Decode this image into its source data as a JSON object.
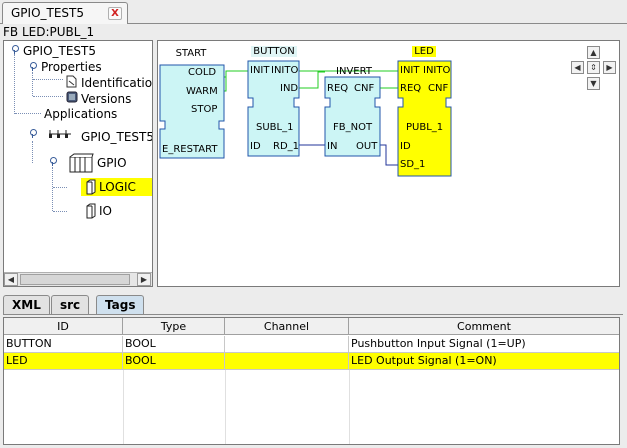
{
  "doc_tab": {
    "title": "GPIO_TEST5",
    "close_label": "X"
  },
  "fb_label": "FB LED:PUBL_1",
  "tree": {
    "root": "GPIO_TEST5",
    "properties": "Properties",
    "identification": "Identification",
    "versions": "Versions",
    "applications": "Applications",
    "resource": "GPIO_TEST5",
    "gpio": "GPIO",
    "logic": "LOGIC",
    "io": "IO"
  },
  "scroll": {
    "left_arrow": "◀",
    "right_arrow": "▶"
  },
  "diagram": {
    "blocks": [
      {
        "id": "START",
        "title": "START",
        "pins": [
          "COLD",
          "WARM",
          "STOP",
          "E_RESTART"
        ]
      },
      {
        "id": "BUTTON",
        "title": "BUTTON",
        "pins": [
          "INIT",
          "INITO",
          "IND",
          "SUBL_1",
          "ID",
          "RD_1"
        ]
      },
      {
        "id": "INVERT",
        "title": "INVERT",
        "pins": [
          "REQ",
          "CNF",
          "FB_NOT",
          "IN",
          "OUT"
        ]
      },
      {
        "id": "LED",
        "title": "LED",
        "pins": [
          "INIT",
          "INITO",
          "REQ",
          "CNF",
          "PUBL_1",
          "ID",
          "SD_1"
        ]
      }
    ]
  },
  "navigator": {
    "up": "▲",
    "down": "▼",
    "left": "◀",
    "right": "▶",
    "center": "⇕"
  },
  "bottom_tabs": [
    "XML",
    "src",
    "Tags"
  ],
  "table": {
    "columns": [
      "ID",
      "Type",
      "Channel",
      "Comment"
    ],
    "rows": [
      [
        "BUTTON",
        "BOOL",
        "",
        "Pushbutton Input Signal (1=UP)"
      ],
      [
        "LED",
        "BOOL",
        "",
        "LED Output Signal (1=ON)"
      ]
    ]
  },
  "colors": {
    "block_fill": "#ccf5f5",
    "selected_fill": "#ffff00",
    "event_line": "#22cc22",
    "data_line": "#223399"
  }
}
